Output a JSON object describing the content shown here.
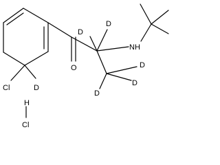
{
  "molecule": {
    "atoms": {
      "nitrogen": "NH",
      "oxygen": "O",
      "chlorine_ring": "Cl",
      "chlorine_salt": "Cl",
      "hydrogen_salt": "H",
      "deuterium_ring": "D",
      "deuterium_alpha_left": "D",
      "deuterium_alpha_top": "D",
      "deuterium_methyl_1": "D",
      "deuterium_methyl_2": "D",
      "deuterium_methyl_3": "D"
    }
  }
}
